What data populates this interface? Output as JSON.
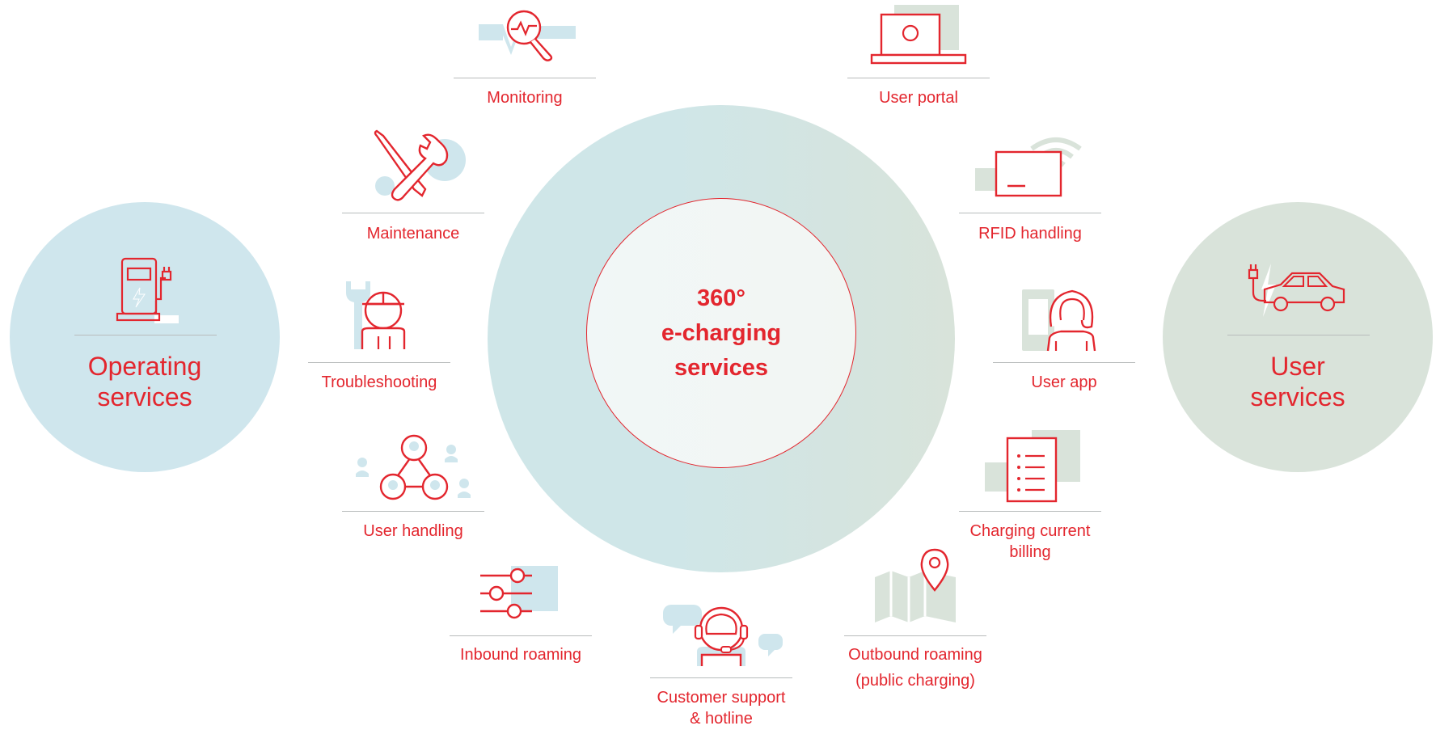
{
  "center": {
    "line1": "360°",
    "line2": "e-charging",
    "line3": "services"
  },
  "operating": {
    "line1": "Operating",
    "line2": "services"
  },
  "user": {
    "line1": "User",
    "line2": "services"
  },
  "items": {
    "monitoring": "Monitoring",
    "maintenance": "Maintenance",
    "troubleshooting": "Troubleshooting",
    "user_handling": "User handling",
    "inbound_roaming": "Inbound roaming",
    "support_line1": "Customer support",
    "support_line2": "& hotline",
    "outbound_line1": "Outbound roaming",
    "outbound_line2": "(public charging)",
    "billing_line1": "Charging current",
    "billing_line2": "billing",
    "user_app": "User app",
    "rfid": "RFID handling",
    "user_portal": "User portal"
  },
  "colors": {
    "accent": "#e3262e",
    "blue_tint": "#cfe6ed",
    "green_tint": "#d9e3da",
    "rule": "#b8bcbc"
  }
}
